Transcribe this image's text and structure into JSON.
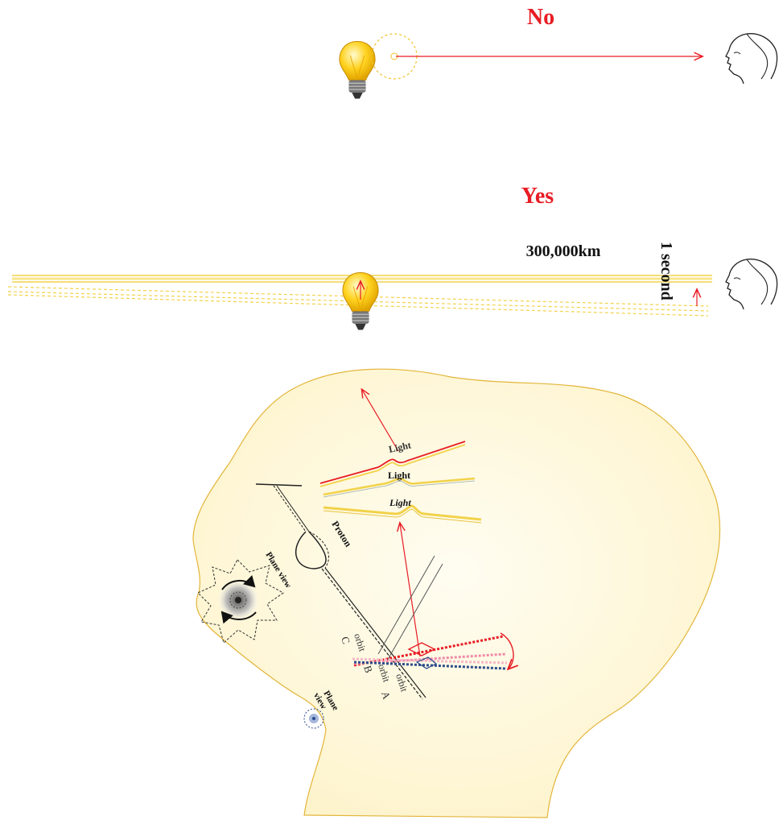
{
  "labels": {
    "no": "No",
    "yes": "Yes",
    "distance": "300,000km",
    "time": "1 second",
    "light_1": "Light",
    "light_2": "Light",
    "light_3": "Light",
    "proton": "Proton",
    "plane_view_1": "Plane view",
    "plane_view_2": "Plane\nview",
    "orbit_c": "orbit",
    "orbit_b": "orbit",
    "orbit_a": "orbit",
    "letter_c": "C",
    "letter_b": "B",
    "letter_a": "A"
  },
  "colors": {
    "red": "#e81c24",
    "bulb": "#f5c400",
    "bulb_light": "#fff6a0",
    "head_fill": "#fffbe6",
    "head_stroke": "#e3b53a",
    "beam": "#f2d24a",
    "blue": "#2b4b8c",
    "pink": "#f08aa8"
  }
}
